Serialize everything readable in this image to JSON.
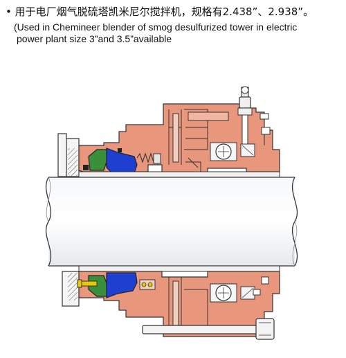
{
  "caption": {
    "bullet": "•",
    "title_cn": "用于电厂烟气脱硫塔凯米尼尔搅拌机，规格有2.438”、2.938”。",
    "desc_line1": "(Used in Chemineer blender of smog desulfurized tower in electric",
    "desc_line2": "power plant size 3”and 3.5”available"
  },
  "colors": {
    "housing": "#e8977c",
    "housing_dark": "#c8735a",
    "shaft": "#eef0f3",
    "seal_green": "#3a8f3a",
    "seal_blue": "#1f3fd0",
    "bolt_yellow": "#e8c80a",
    "outline": "#333333",
    "gland_plate": "#f3f3f3"
  }
}
